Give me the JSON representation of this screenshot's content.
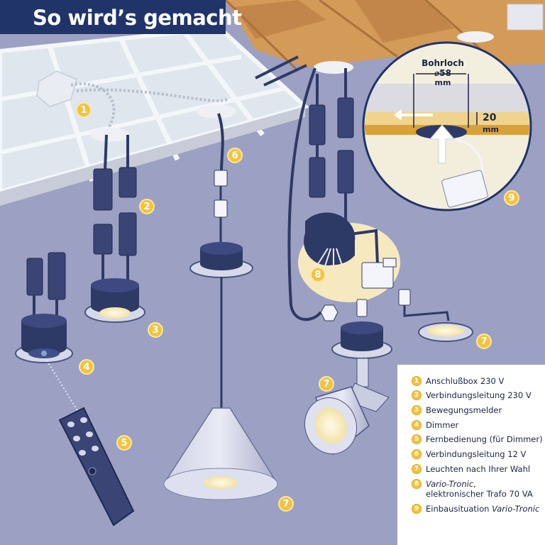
{
  "title": "So wird’s gemacht",
  "detail": {
    "hole_label": "Bohrloch",
    "hole_diameter": "⌀58",
    "hole_unit": "mm",
    "depth_value": "20",
    "depth_unit": "mm"
  },
  "badges": [
    "1",
    "2",
    "3",
    "4",
    "5",
    "6",
    "7",
    "7",
    "7",
    "8",
    "9"
  ],
  "legend": {
    "items": [
      {
        "num": "1",
        "text": "Anschlußbox 230 V"
      },
      {
        "num": "2",
        "text": "Verbindungsleitung 230 V"
      },
      {
        "num": "3",
        "text": "Bewegungsmelder"
      },
      {
        "num": "4",
        "text": "Dimmer"
      },
      {
        "num": "5",
        "text": "Fernbedienung (für Dimmer)"
      },
      {
        "num": "6",
        "text": "Verbindungsleitung 12 V"
      },
      {
        "num": "7",
        "text": "Leuchten nach Ihrer Wahl"
      },
      {
        "num": "8",
        "text_italic": "Vario-Tronic",
        "text_rest": ",",
        "text_line2": "elektronischer Trafo 70 VA"
      },
      {
        "num": "9",
        "text": "Einbausituation ",
        "text_italic": "Vario-Tronic"
      }
    ]
  },
  "colors": {
    "background": "#9ca0c2",
    "title_bar": "#20346a",
    "badge": "#f4c33d",
    "wood": "#d49a57",
    "component": "#2e3a66"
  }
}
